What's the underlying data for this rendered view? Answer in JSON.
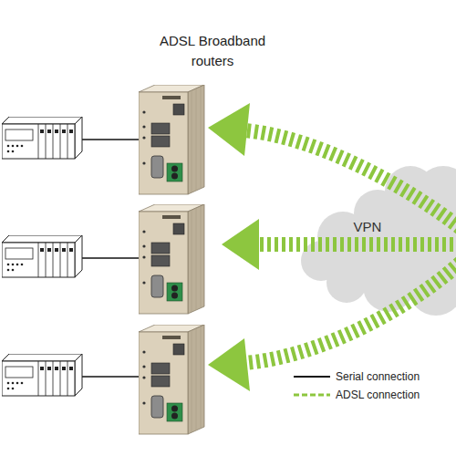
{
  "diagram": {
    "title": "ADSL Broadband routers",
    "nodes": [
      {
        "text": [
          "VPN"
        ]
      }
    ],
    "legend": [
      {
        "text": "Serial connection"
      },
      {
        "text": "ADSL connection"
      }
    ]
  }
}
